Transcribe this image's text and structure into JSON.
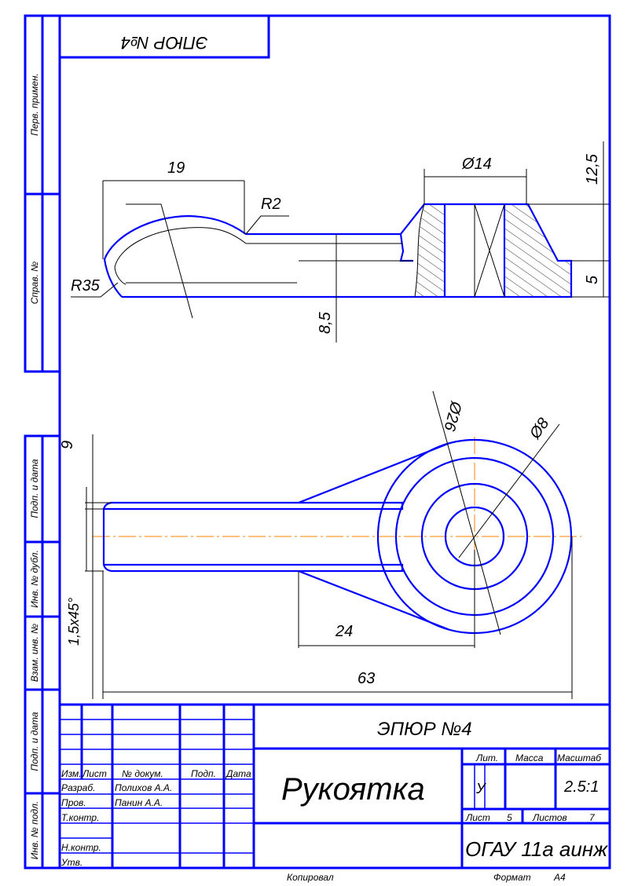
{
  "drawing": {
    "top_stamp": "ЭПЮР №4",
    "side_labels": [
      "Перв. примен.",
      "Справ. №",
      "Подп. и дата",
      "Инв. № дубл.",
      "Взам. инв. №",
      "Подп. и дата",
      "Инв. № подл."
    ],
    "dimensions": {
      "d19": "19",
      "r2": "R2",
      "d14": "Ø14",
      "d12_5": "12,5",
      "d5": "5",
      "r35": "R35",
      "d8_5": "8,5",
      "d9": "9",
      "chamfer": "1,5x45°",
      "d26": "Ø26",
      "d8": "Ø8",
      "d24": "24",
      "d63": "63"
    }
  },
  "title_block": {
    "doc_title": "ЭПЮР №4",
    "part_name": "Рукоятка",
    "headers": {
      "izm": "Изм.",
      "list": "Лист",
      "doc_no": "№ докум.",
      "sign": "Подп.",
      "date": "Дата"
    },
    "roles": {
      "developer": "Разраб.",
      "checker": "Пров.",
      "tcontrol": "Т.контр.",
      "ncontrol": "Н.контр.",
      "approved": "Утв."
    },
    "names": {
      "developer": "Полихов А.А.",
      "checker": "Панин А.А."
    },
    "lit_label": "Лит.",
    "mass_label": "Масса",
    "scale_label": "Масштаб",
    "lit_value": "У",
    "scale_value": "2.5:1",
    "sheet_label": "Лист",
    "sheet_value": "5",
    "sheets_label": "Листов",
    "sheets_value": "7",
    "org": "ОГАУ 11а аинж",
    "copied": "Копировал",
    "format_label": "Формат",
    "format_value": "А4"
  }
}
